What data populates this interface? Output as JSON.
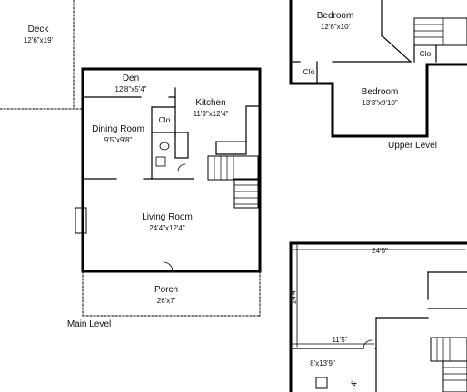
{
  "deck": {
    "name": "Deck",
    "size": "12'6\"x19'"
  },
  "den": {
    "name": "Den",
    "size": "12'8\"x5'4\""
  },
  "kitchen": {
    "name": "Kitchen",
    "size": "11'3\"x12'4\""
  },
  "dining_room": {
    "name": "Dining Room",
    "size": "9'5\"x9'8\""
  },
  "clo_main": {
    "name": "Clo"
  },
  "living_room": {
    "name": "Living Room",
    "size": "24'4\"x12'4\""
  },
  "porch": {
    "name": "Porch",
    "size": "26'x7'"
  },
  "main_level": {
    "label": "Main Level"
  },
  "bedroom_upper_1": {
    "name": "Bedroom",
    "size": "12'6\"x10'"
  },
  "bedroom_upper_2": {
    "name": "Bedroom",
    "size": "13'3\"x9'10\""
  },
  "clo_upper_left": {
    "name": "Clo"
  },
  "clo_upper_right": {
    "name": "Clo"
  },
  "upper_level": {
    "label": "Upper Level"
  },
  "lower_dims": {
    "top": "24'5\"",
    "left": "14'4\"",
    "mid": "11'5\"",
    "room": "8'x13'9\"",
    "partial": "4'"
  }
}
